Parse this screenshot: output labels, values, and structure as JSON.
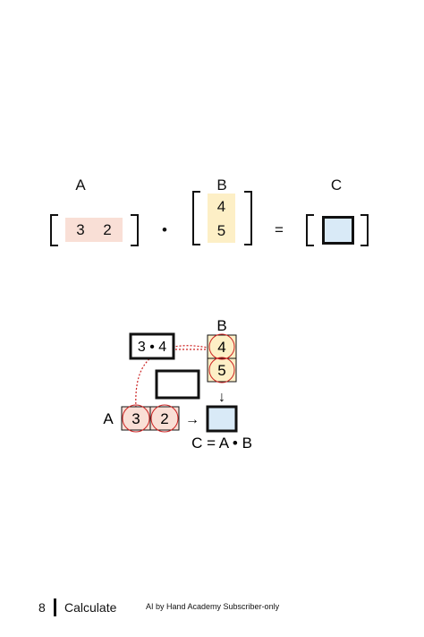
{
  "top_equation": {
    "label_a": "A",
    "label_b": "B",
    "label_c": "C",
    "a_values": [
      "3",
      "2"
    ],
    "b_values": [
      "4",
      "5"
    ],
    "dot_operator": "•",
    "equals": "="
  },
  "diagram": {
    "label_b": "B",
    "label_a": "A",
    "b_values": [
      "4",
      "5"
    ],
    "a_values": [
      "3",
      "2"
    ],
    "product_label": "3 • 4",
    "arrow_down": "↓",
    "arrow_right": "→",
    "formula": "C = A • B"
  },
  "footer": {
    "page_number": "8",
    "section": "Calculate",
    "subtitle": "AI by Hand Academy Subscriber-only"
  },
  "colors": {
    "a_fill": "#f9dfd6",
    "b_fill": "#fdefc6",
    "c_fill": "#d9eaf7",
    "highlight_circle": "#cc2222",
    "dotted_link": "#cc2222"
  }
}
